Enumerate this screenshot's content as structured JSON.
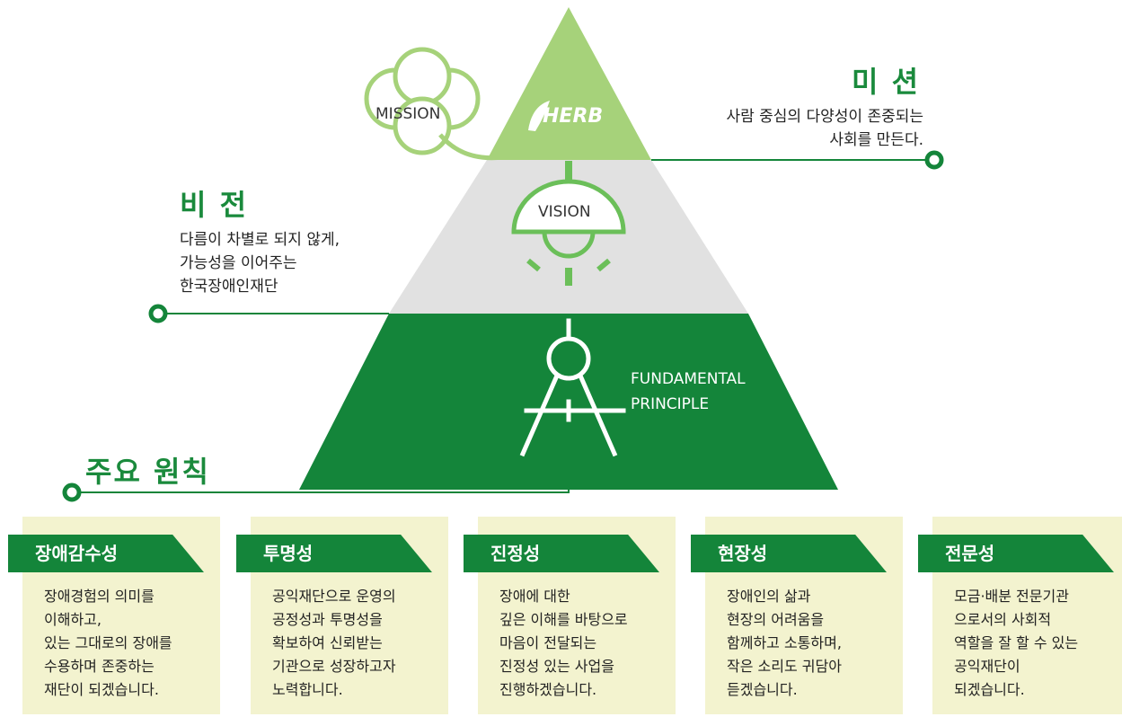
{
  "mission": {
    "label": "MISSION",
    "logo_text": "HERB",
    "heading": "미 션",
    "body": "사람 중심의 다양성이 존중되는\n사회를 만든다."
  },
  "vision": {
    "label": "VISION",
    "heading": "비 전",
    "body": "다름이 차별로 되지 않게,\n가능성을 이어주는\n한국장애인재단"
  },
  "principle": {
    "label": "FUNDAMENTAL\nPRINCIPLE",
    "heading": "주요 원칙"
  },
  "cards": [
    {
      "title": "장애감수성",
      "text": "장애경험의 의미를\n이해하고,\n있는 그대로의 장애를\n수용하며 존중하는\n재단이 되겠습니다."
    },
    {
      "title": "투명성",
      "text": "공익재단으로 운영의\n공정성과 투명성을\n확보하여 신뢰받는\n기관으로 성장하고자\n노력합니다."
    },
    {
      "title": "진정성",
      "text": "장애에 대한\n깊은 이해를 바탕으로\n마음이 전달되는\n진정성 있는 사업을\n진행하겠습니다."
    },
    {
      "title": "현장성",
      "text": "장애인의 삶과\n현장의 어려움을\n함께하고 소통하며,\n작은 소리도 귀담아\n듣겠습니다."
    },
    {
      "title": "전문성",
      "text": "모금·배분 전문기관\n으로서의 사회적\n역할을 잘 할 수 있는\n공익재단이\n되겠습니다."
    }
  ],
  "colors": {
    "dark_green": "#14853a",
    "light_green": "#a6d27a",
    "icon_green": "#6bbf59",
    "gray": "#e1e1e1",
    "card_bg": "#f3f3cf"
  }
}
